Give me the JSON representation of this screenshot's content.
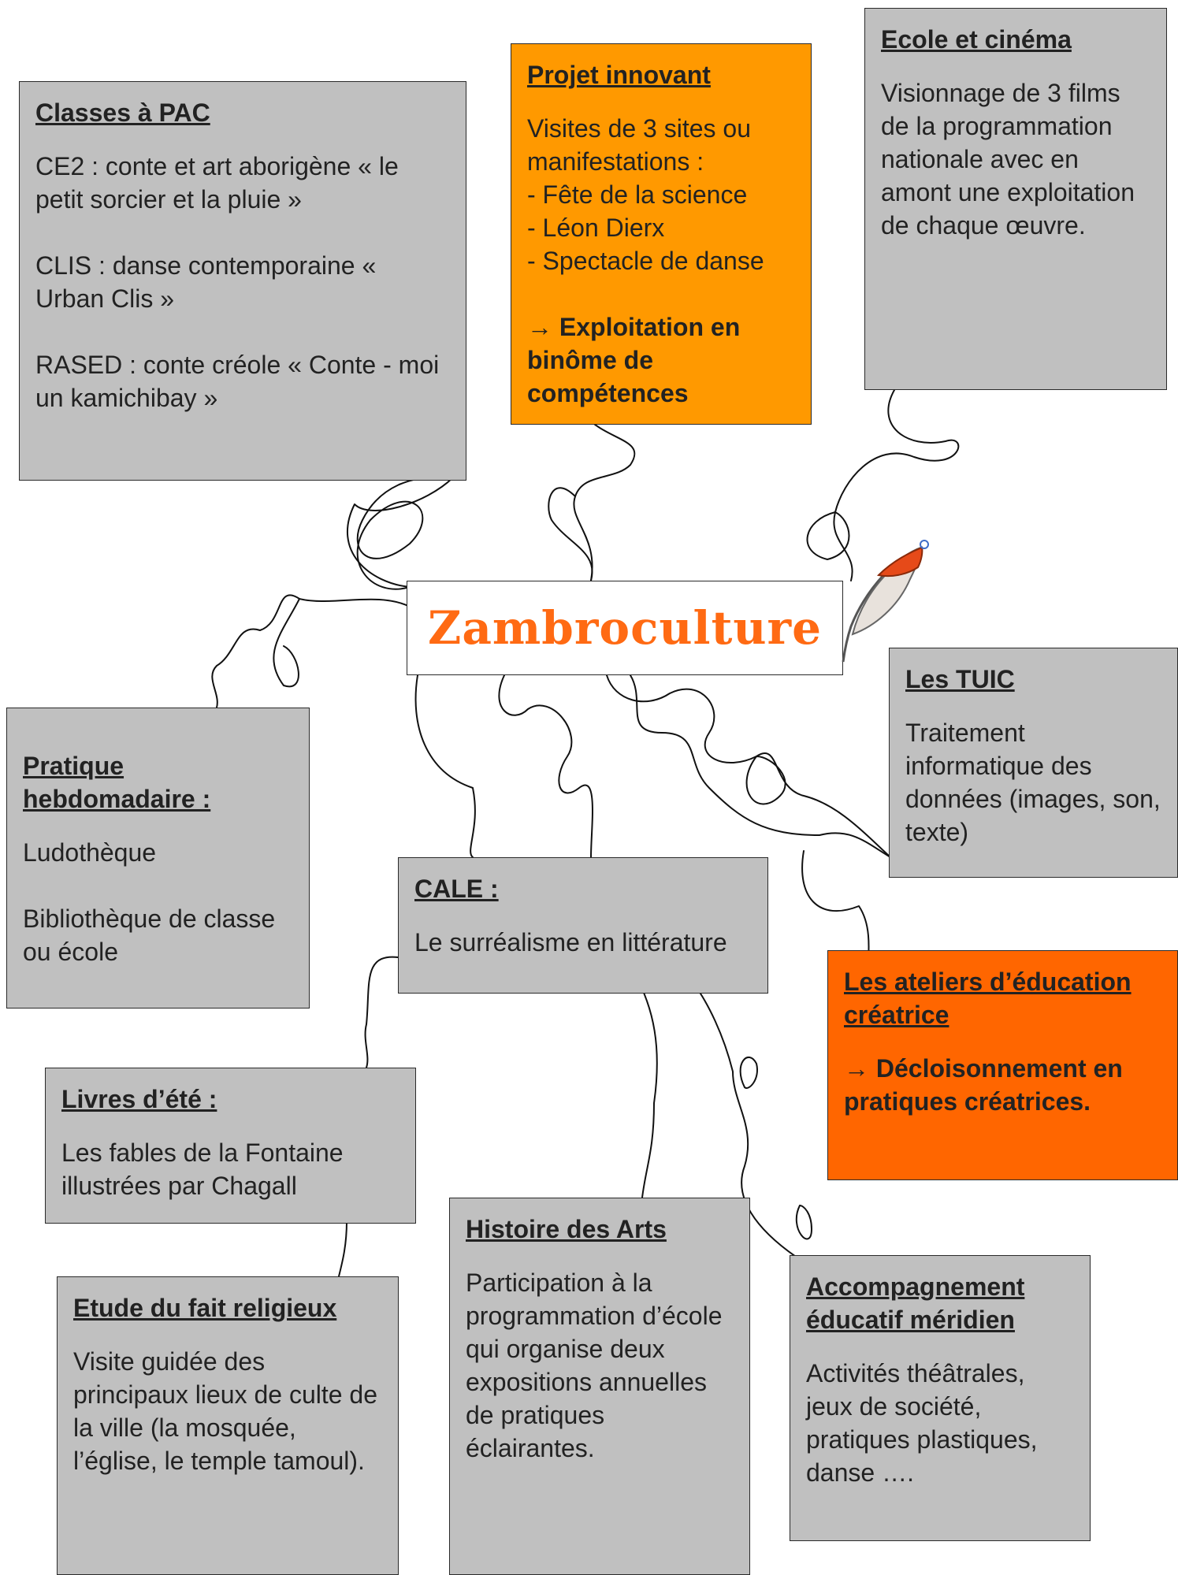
{
  "center": {
    "title": "Zambroculture"
  },
  "boxes": {
    "pac": {
      "title": "Classes à PAC",
      "lines": [
        "CE2 : conte et art aborigène « le petit sorcier et la pluie »",
        "CLIS : danse contemporaine « Urban Clis »",
        "RASED : conte créole « Conte - moi un kamichibay »"
      ]
    },
    "projet": {
      "title": "Projet  innovant",
      "text": "Visites de 3 sites ou manifestations :\n- Fête de la science\n- Léon Dierx\n- Spectacle de danse",
      "conclusion": "→ Exploitation en binôme de compétences"
    },
    "cinema": {
      "title": "Ecole et  cinéma",
      "text": "Visionnage de 3 films de la programmation nationale avec en amont une exploitation de chaque œuvre."
    },
    "tuic": {
      "title": "Les TUIC",
      "text": " Traitement informatique des données (images, son, texte)"
    },
    "pratique": {
      "title": "Pratique hebdomadaire :",
      "lines": [
        "Ludothèque",
        "Bibliothèque de classe ou école"
      ]
    },
    "cale": {
      "title": "CALE :",
      "text": "Le surréalisme en littérature"
    },
    "ateliers": {
      "title": "Les ateliers d’éducation créatrice",
      "conclusion": "→ Décloisonnement en pratiques créatrices."
    },
    "livres": {
      "title": "Livres d’été :",
      "text": "Les fables de la Fontaine illustrées par Chagall"
    },
    "religieux": {
      "title": "Etude du fait religieux",
      "text": "Visite guidée des principaux lieux de culte de la ville (la mosquée, l’église, le temple tamoul)."
    },
    "histoire": {
      "title": "Histoire des Arts",
      "text": "Participation à la programmation d’école qui organise deux expositions annuelles de pratiques éclairantes."
    },
    "meridien": {
      "title": "Accompagnement éducatif méridien",
      "text": "Activités théâtrales, jeux de société, pratiques plastiques, danse …."
    }
  },
  "colors": {
    "grey": "#c0c0c0",
    "orange": "#ff9900",
    "red": "#ff6600",
    "title": "#ff6a13"
  },
  "icons": [
    "quill-icon"
  ]
}
